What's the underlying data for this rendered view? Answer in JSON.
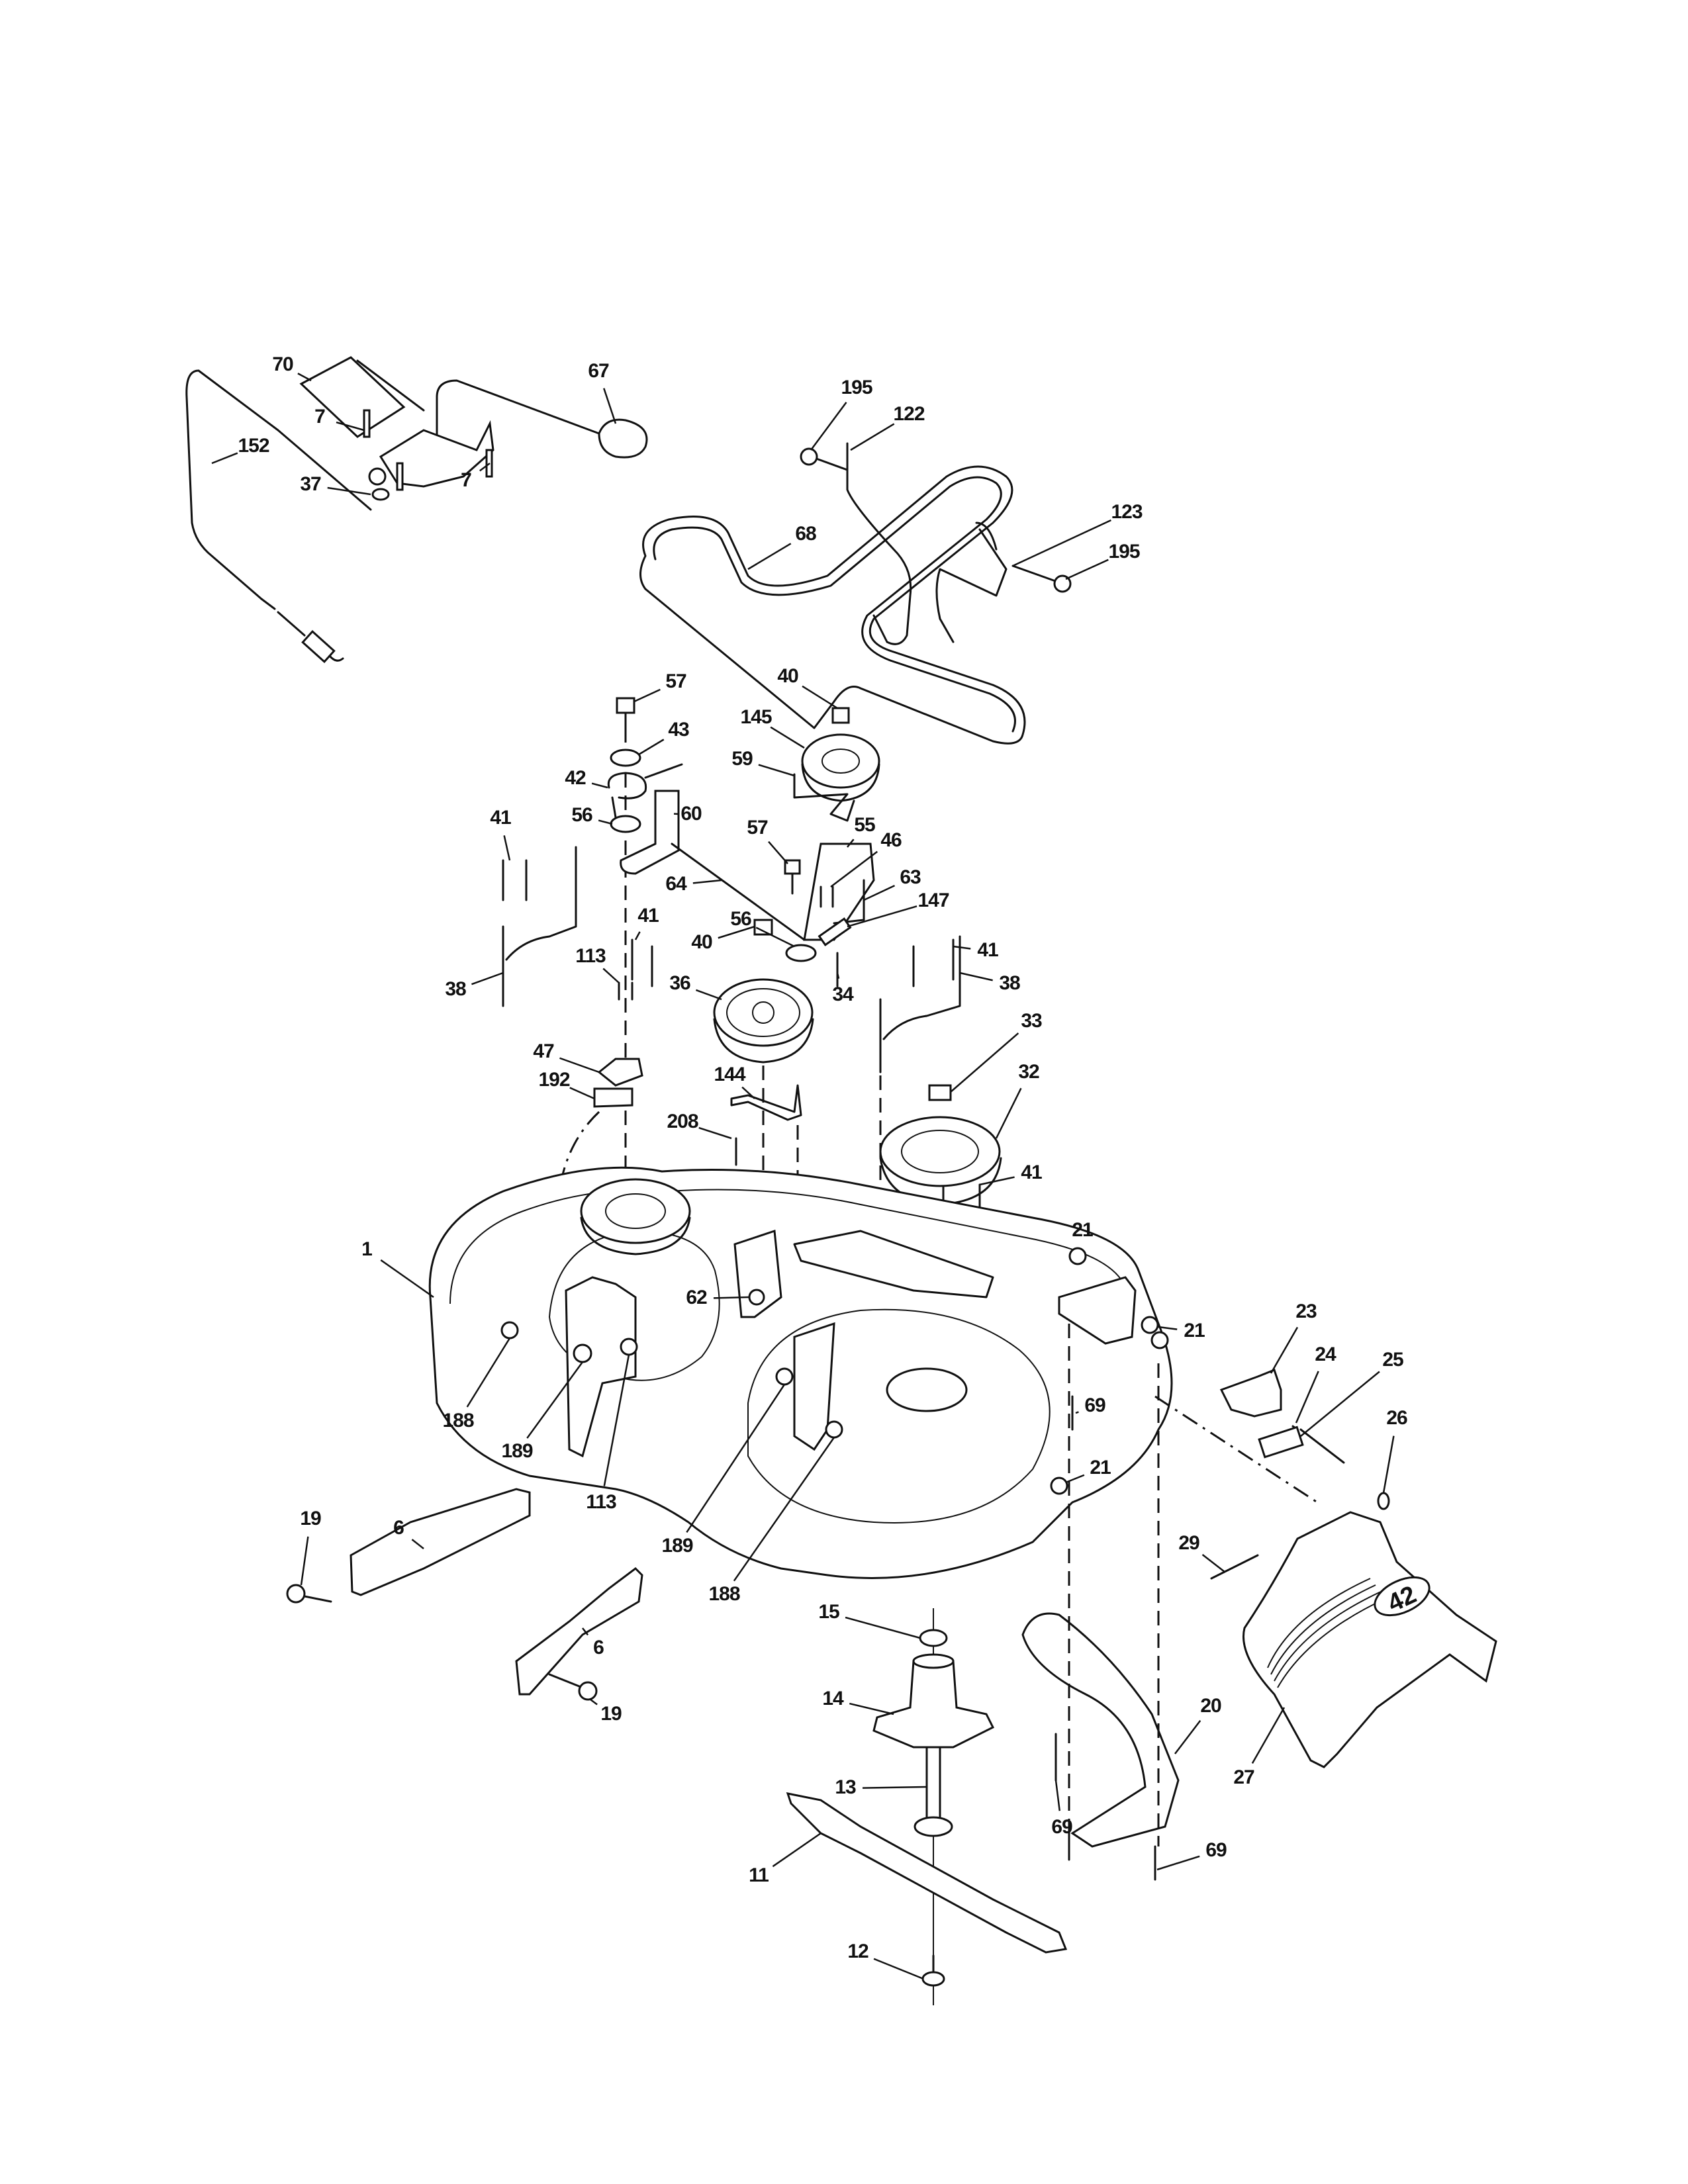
{
  "diagram": {
    "subject": "Mower deck assembly exploded parts view",
    "chute_badge": "42",
    "colors": {
      "ink": "#111111",
      "paper": "#ffffff"
    },
    "callouts": [
      {
        "id": "c70",
        "label": "70",
        "part": "bracket"
      },
      {
        "id": "c67",
        "label": "67",
        "part": "knob"
      },
      {
        "id": "c152",
        "label": "152",
        "part": "cable"
      },
      {
        "id": "c7a",
        "label": "7",
        "part": "bolt"
      },
      {
        "id": "c37",
        "label": "37",
        "part": "washer"
      },
      {
        "id": "c7b",
        "label": "7",
        "part": "bolt"
      },
      {
        "id": "c195a",
        "label": "195",
        "part": "screw"
      },
      {
        "id": "c122",
        "label": "122",
        "part": "belt-guide"
      },
      {
        "id": "c68",
        "label": "68",
        "part": "belt"
      },
      {
        "id": "c123",
        "label": "123",
        "part": "belt-guide"
      },
      {
        "id": "c195b",
        "label": "195",
        "part": "screw"
      },
      {
        "id": "c57a",
        "label": "57",
        "part": "screw"
      },
      {
        "id": "c40a",
        "label": "40",
        "part": "nut"
      },
      {
        "id": "c43",
        "label": "43",
        "part": "bushing"
      },
      {
        "id": "c145",
        "label": "145",
        "part": "idler-pulley"
      },
      {
        "id": "c42",
        "label": "42",
        "part": "spring"
      },
      {
        "id": "c59",
        "label": "59",
        "part": "belt-guide"
      },
      {
        "id": "c56a",
        "label": "56",
        "part": "washer"
      },
      {
        "id": "c60",
        "label": "60",
        "part": "idler-arm"
      },
      {
        "id": "c57b",
        "label": "57",
        "part": "screw"
      },
      {
        "id": "c55",
        "label": "55",
        "part": "idler-bracket"
      },
      {
        "id": "c46",
        "label": "46",
        "part": "bolt"
      },
      {
        "id": "c41a",
        "label": "41",
        "part": "bolt"
      },
      {
        "id": "c64",
        "label": "64",
        "part": "rod"
      },
      {
        "id": "c63",
        "label": "63",
        "part": "bracket"
      },
      {
        "id": "c147",
        "label": "147",
        "part": "spring"
      },
      {
        "id": "c41b",
        "label": "41",
        "part": "bolt"
      },
      {
        "id": "c56b",
        "label": "56",
        "part": "washer"
      },
      {
        "id": "c40b",
        "label": "40",
        "part": "nut"
      },
      {
        "id": "c41c",
        "label": "41",
        "part": "bolt"
      },
      {
        "id": "c113a",
        "label": "113",
        "part": "screw"
      },
      {
        "id": "c36",
        "label": "36",
        "part": "idler-pulley"
      },
      {
        "id": "c38a",
        "label": "38",
        "part": "belt-guide"
      },
      {
        "id": "c38b",
        "label": "38",
        "part": "belt-guide"
      },
      {
        "id": "c34",
        "label": "34",
        "part": "bolt"
      },
      {
        "id": "c33",
        "label": "33",
        "part": "nut"
      },
      {
        "id": "c47",
        "label": "47",
        "part": "bracket"
      },
      {
        "id": "c192",
        "label": "192",
        "part": "bracket"
      },
      {
        "id": "c144",
        "label": "144",
        "part": "belt-guide"
      },
      {
        "id": "c32",
        "label": "32",
        "part": "pulley"
      },
      {
        "id": "c208",
        "label": "208",
        "part": "bolt"
      },
      {
        "id": "c41d",
        "label": "41",
        "part": "bolt"
      },
      {
        "id": "c21a",
        "label": "21",
        "part": "nut"
      },
      {
        "id": "c1",
        "label": "1",
        "part": "deck-housing"
      },
      {
        "id": "c62",
        "label": "62",
        "part": "bolt"
      },
      {
        "id": "c23",
        "label": "23",
        "part": "bracket"
      },
      {
        "id": "c21b",
        "label": "21",
        "part": "nut"
      },
      {
        "id": "c24",
        "label": "24",
        "part": "pin"
      },
      {
        "id": "c25",
        "label": "25",
        "part": "spring"
      },
      {
        "id": "c69a",
        "label": "69",
        "part": "bolt"
      },
      {
        "id": "c188a",
        "label": "188",
        "part": "spacer"
      },
      {
        "id": "c26",
        "label": "26",
        "part": "washer"
      },
      {
        "id": "c189a",
        "label": "189",
        "part": "nut"
      },
      {
        "id": "c21c",
        "label": "21",
        "part": "nut"
      },
      {
        "id": "c113b",
        "label": "113",
        "part": "screw"
      },
      {
        "id": "c19a",
        "label": "19",
        "part": "bolt"
      },
      {
        "id": "c6a",
        "label": "6",
        "part": "hanger-bracket"
      },
      {
        "id": "c189b",
        "label": "189",
        "part": "nut"
      },
      {
        "id": "c29",
        "label": "29",
        "part": "rod"
      },
      {
        "id": "c188b",
        "label": "188",
        "part": "spacer"
      },
      {
        "id": "c15",
        "label": "15",
        "part": "washer"
      },
      {
        "id": "c6b",
        "label": "6",
        "part": "hanger-bracket"
      },
      {
        "id": "c20",
        "label": "20",
        "part": "baffle"
      },
      {
        "id": "c14",
        "label": "14",
        "part": "spindle-housing"
      },
      {
        "id": "c19b",
        "label": "19",
        "part": "bolt"
      },
      {
        "id": "c27",
        "label": "27",
        "part": "discharge-chute"
      },
      {
        "id": "c13",
        "label": "13",
        "part": "spindle-shaft"
      },
      {
        "id": "c69b",
        "label": "69",
        "part": "bolt"
      },
      {
        "id": "c69c",
        "label": "69",
        "part": "bolt"
      },
      {
        "id": "c11",
        "label": "11",
        "part": "blade"
      },
      {
        "id": "c12",
        "label": "12",
        "part": "blade-bolt"
      }
    ]
  }
}
